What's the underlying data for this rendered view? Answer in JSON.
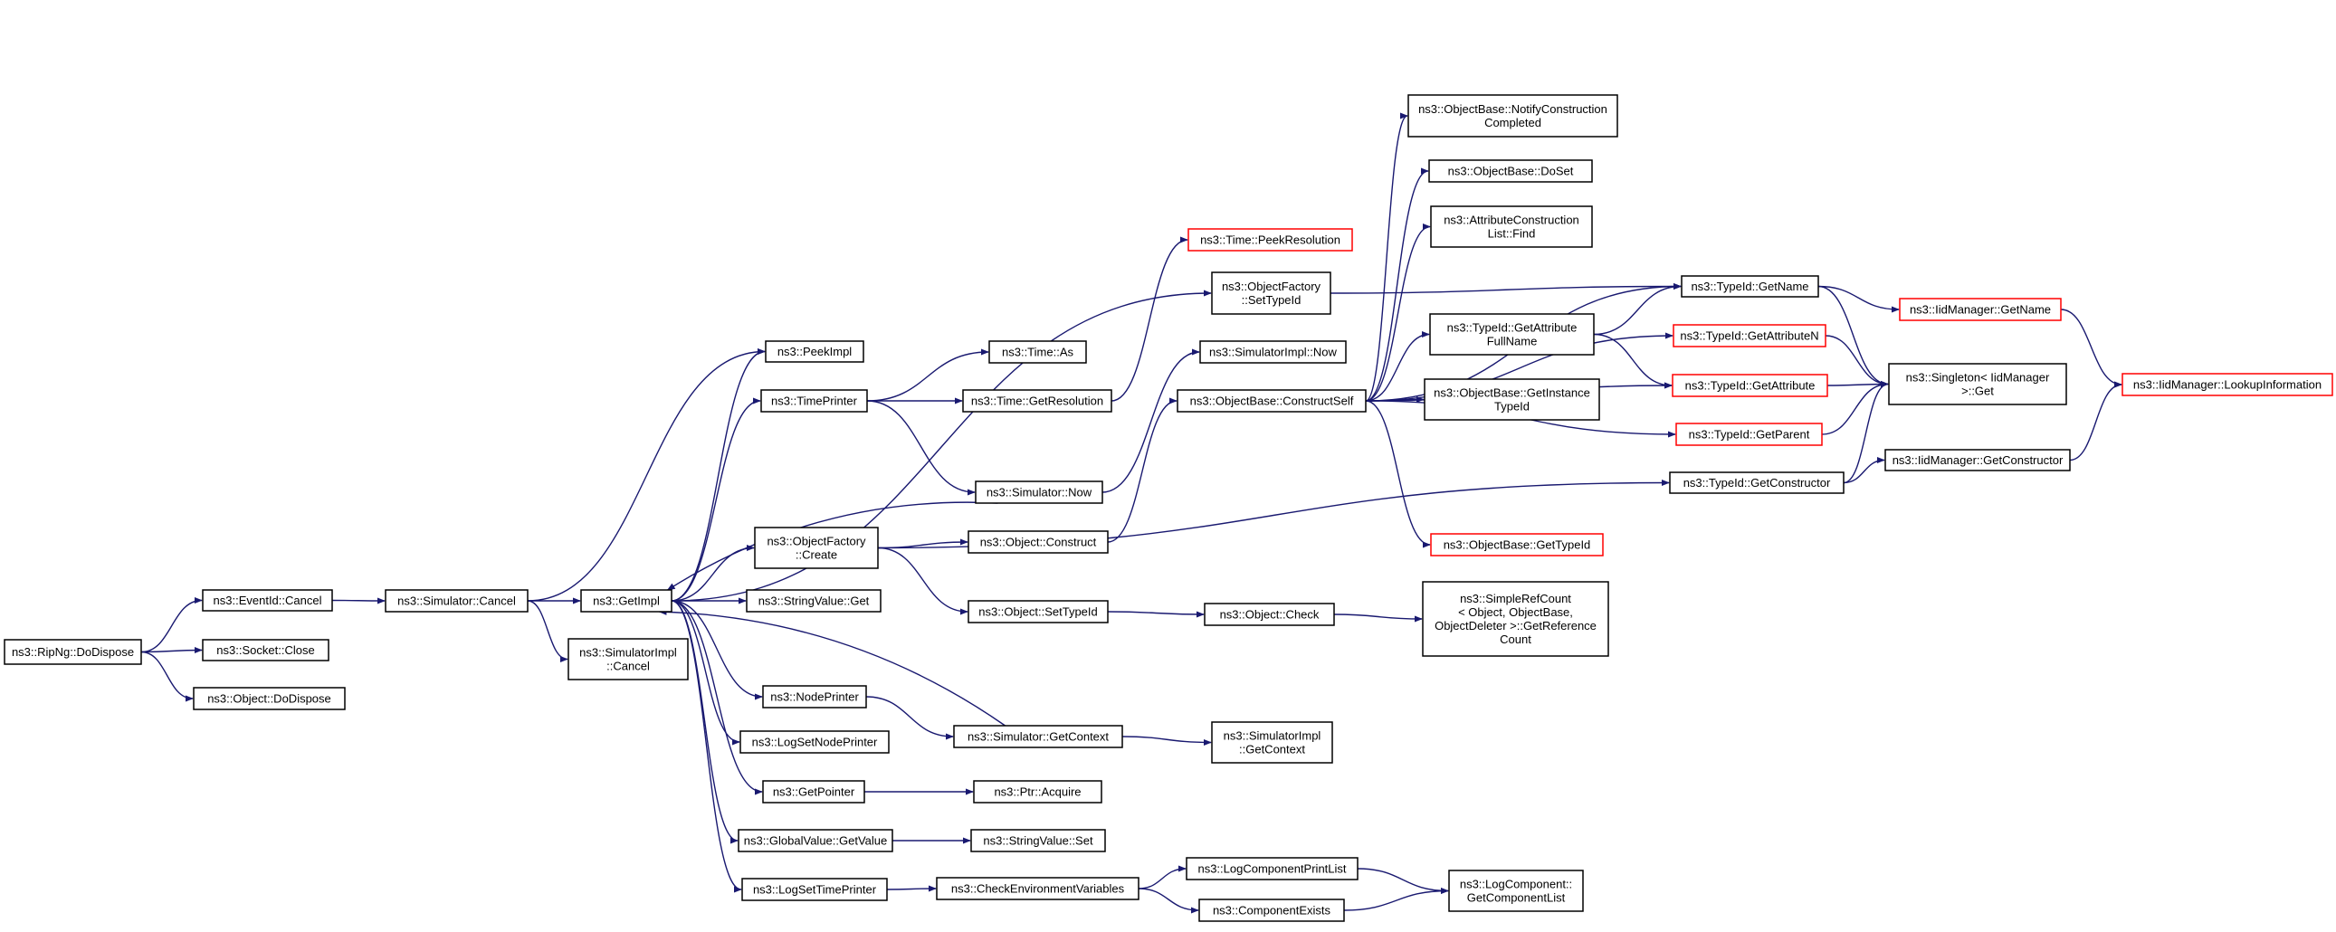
{
  "colors": {
    "edge": "#191970",
    "border": "#000000",
    "undocumented": "#ff0000",
    "root_fill": "#bfbfbf"
  },
  "nodes": {
    "dodispose": {
      "lines": [
        "ns3::RipNg::DoDispose"
      ],
      "kind": "root"
    },
    "eventid_cancel": {
      "lines": [
        "ns3::EventId::Cancel"
      ],
      "kind": "normal"
    },
    "socket_close": {
      "lines": [
        "ns3::Socket::Close"
      ],
      "kind": "normal"
    },
    "object_dodispose": {
      "lines": [
        "ns3::Object::DoDispose"
      ],
      "kind": "normal"
    },
    "sim_cancel": {
      "lines": [
        "ns3::Simulator::Cancel"
      ],
      "kind": "normal"
    },
    "getimpl": {
      "lines": [
        "ns3::GetImpl"
      ],
      "kind": "normal"
    },
    "simimpl_cancel": {
      "lines": [
        "ns3::SimulatorImpl",
        "::Cancel"
      ],
      "kind": "normal"
    },
    "peekimpl": {
      "lines": [
        "ns3::PeekImpl"
      ],
      "kind": "normal"
    },
    "timeprinter": {
      "lines": [
        "ns3::TimePrinter"
      ],
      "kind": "normal"
    },
    "of_create": {
      "lines": [
        "ns3::ObjectFactory",
        "::Create"
      ],
      "kind": "normal"
    },
    "stringvalue_get": {
      "lines": [
        "ns3::StringValue::Get"
      ],
      "kind": "normal"
    },
    "nodeprinter": {
      "lines": [
        "ns3::NodePrinter"
      ],
      "kind": "normal"
    },
    "logsetnodeprinter": {
      "lines": [
        "ns3::LogSetNodePrinter"
      ],
      "kind": "normal"
    },
    "getpointer": {
      "lines": [
        "ns3::GetPointer"
      ],
      "kind": "normal"
    },
    "gv_getvalue": {
      "lines": [
        "ns3::GlobalValue::GetValue"
      ],
      "kind": "normal"
    },
    "logsettimeprinter": {
      "lines": [
        "ns3::LogSetTimePrinter"
      ],
      "kind": "normal"
    },
    "time_as": {
      "lines": [
        "ns3::Time::As"
      ],
      "kind": "normal"
    },
    "time_getres": {
      "lines": [
        "ns3::Time::GetResolution"
      ],
      "kind": "normal"
    },
    "sim_now": {
      "lines": [
        "ns3::Simulator::Now"
      ],
      "kind": "normal"
    },
    "obj_construct": {
      "lines": [
        "ns3::Object::Construct"
      ],
      "kind": "normal"
    },
    "obj_settypeid": {
      "lines": [
        "ns3::Object::SetTypeId"
      ],
      "kind": "normal"
    },
    "sim_getcontext": {
      "lines": [
        "ns3::Simulator::GetContext"
      ],
      "kind": "normal"
    },
    "ptr_acquire": {
      "lines": [
        "ns3::Ptr::Acquire"
      ],
      "kind": "normal"
    },
    "stringvalue_set": {
      "lines": [
        "ns3::StringValue::Set"
      ],
      "kind": "normal"
    },
    "checkenv": {
      "lines": [
        "ns3::CheckEnvironmentVariables"
      ],
      "kind": "normal"
    },
    "time_peekres": {
      "lines": [
        "ns3::Time::PeekResolution"
      ],
      "kind": "undocumented"
    },
    "of_settypeid": {
      "lines": [
        "ns3::ObjectFactory",
        "::SetTypeId"
      ],
      "kind": "normal"
    },
    "simimpl_now": {
      "lines": [
        "ns3::SimulatorImpl::Now"
      ],
      "kind": "normal"
    },
    "ob_constructself": {
      "lines": [
        "ns3::ObjectBase::ConstructSelf"
      ],
      "kind": "normal"
    },
    "obj_check": {
      "lines": [
        "ns3::Object::Check"
      ],
      "kind": "normal"
    },
    "simimpl_getcontext": {
      "lines": [
        "ns3::SimulatorImpl",
        "::GetContext"
      ],
      "kind": "normal"
    },
    "logcompprintlist": {
      "lines": [
        "ns3::LogComponentPrintList"
      ],
      "kind": "normal"
    },
    "compexists": {
      "lines": [
        "ns3::ComponentExists"
      ],
      "kind": "normal"
    },
    "ob_notify": {
      "lines": [
        "ns3::ObjectBase::NotifyConstruction",
        "Completed"
      ],
      "kind": "normal"
    },
    "ob_doset": {
      "lines": [
        "ns3::ObjectBase::DoSet"
      ],
      "kind": "normal"
    },
    "acl_find": {
      "lines": [
        "ns3::AttributeConstruction",
        "List::Find"
      ],
      "kind": "normal"
    },
    "tid_getattrfullname": {
      "lines": [
        "ns3::TypeId::GetAttribute",
        "FullName"
      ],
      "kind": "normal"
    },
    "ob_getinstancetypeid": {
      "lines": [
        "ns3::ObjectBase::GetInstance",
        "TypeId"
      ],
      "kind": "normal"
    },
    "ob_gettypeid": {
      "lines": [
        "ns3::ObjectBase::GetTypeId"
      ],
      "kind": "undocumented"
    },
    "simplerefcount": {
      "lines": [
        "ns3::SimpleRefCount",
        "< Object, ObjectBase,",
        "ObjectDeleter >::GetReference",
        "Count"
      ],
      "kind": "normal"
    },
    "logcomp_getlist": {
      "lines": [
        "ns3::LogComponent::",
        "GetComponentList"
      ],
      "kind": "normal"
    },
    "tid_getname": {
      "lines": [
        "ns3::TypeId::GetName"
      ],
      "kind": "normal"
    },
    "tid_getattributen": {
      "lines": [
        "ns3::TypeId::GetAttributeN"
      ],
      "kind": "undocumented"
    },
    "tid_getattribute": {
      "lines": [
        "ns3::TypeId::GetAttribute"
      ],
      "kind": "undocumented"
    },
    "tid_getparent": {
      "lines": [
        "ns3::TypeId::GetParent"
      ],
      "kind": "undocumented"
    },
    "tid_getconstructor": {
      "lines": [
        "ns3::TypeId::GetConstructor"
      ],
      "kind": "normal"
    },
    "iid_getname": {
      "lines": [
        "ns3::IidManager::GetName"
      ],
      "kind": "undocumented"
    },
    "singleton_get": {
      "lines": [
        "ns3::Singleton< IidManager",
        ">::Get"
      ],
      "kind": "normal"
    },
    "iid_getconstructor": {
      "lines": [
        "ns3::IidManager::GetConstructor"
      ],
      "kind": "normal"
    },
    "iid_lookupinfo": {
      "lines": [
        "ns3::IidManager::LookupInformation"
      ],
      "kind": "undocumented"
    }
  },
  "edges": [
    [
      "dodispose",
      "eventid_cancel"
    ],
    [
      "dodispose",
      "socket_close"
    ],
    [
      "dodispose",
      "object_dodispose"
    ],
    [
      "eventid_cancel",
      "sim_cancel"
    ],
    [
      "sim_cancel",
      "getimpl"
    ],
    [
      "sim_cancel",
      "simimpl_cancel"
    ],
    [
      "sim_cancel",
      "peekimpl"
    ],
    [
      "getimpl",
      "peekimpl"
    ],
    [
      "getimpl",
      "timeprinter"
    ],
    [
      "getimpl",
      "of_create"
    ],
    [
      "getimpl",
      "stringvalue_get"
    ],
    [
      "getimpl",
      "nodeprinter"
    ],
    [
      "getimpl",
      "logsetnodeprinter"
    ],
    [
      "getimpl",
      "getpointer"
    ],
    [
      "getimpl",
      "gv_getvalue"
    ],
    [
      "getimpl",
      "logsettimeprinter"
    ],
    [
      "getimpl",
      "of_settypeid"
    ],
    [
      "timeprinter",
      "time_as"
    ],
    [
      "timeprinter",
      "time_getres"
    ],
    [
      "timeprinter",
      "sim_now"
    ],
    [
      "time_getres",
      "time_peekres"
    ],
    [
      "sim_now",
      "getimpl"
    ],
    [
      "sim_now",
      "simimpl_now"
    ],
    [
      "of_create",
      "obj_construct"
    ],
    [
      "of_create",
      "obj_settypeid"
    ],
    [
      "of_create",
      "tid_getconstructor"
    ],
    [
      "obj_construct",
      "ob_constructself"
    ],
    [
      "obj_settypeid",
      "obj_check"
    ],
    [
      "obj_check",
      "simplerefcount"
    ],
    [
      "nodeprinter",
      "sim_getcontext"
    ],
    [
      "sim_getcontext",
      "getimpl"
    ],
    [
      "sim_getcontext",
      "simimpl_getcontext"
    ],
    [
      "getpointer",
      "ptr_acquire"
    ],
    [
      "gv_getvalue",
      "stringvalue_set"
    ],
    [
      "logsettimeprinter",
      "checkenv"
    ],
    [
      "checkenv",
      "logcompprintlist"
    ],
    [
      "checkenv",
      "compexists"
    ],
    [
      "logcompprintlist",
      "logcomp_getlist"
    ],
    [
      "compexists",
      "logcomp_getlist"
    ],
    [
      "of_settypeid",
      "tid_getname"
    ],
    [
      "ob_constructself",
      "ob_notify"
    ],
    [
      "ob_constructself",
      "ob_doset"
    ],
    [
      "ob_constructself",
      "acl_find"
    ],
    [
      "ob_constructself",
      "tid_getattrfullname"
    ],
    [
      "ob_constructself",
      "ob_getinstancetypeid"
    ],
    [
      "ob_constructself",
      "ob_gettypeid"
    ],
    [
      "ob_constructself",
      "tid_getname"
    ],
    [
      "ob_constructself",
      "tid_getattributen"
    ],
    [
      "ob_constructself",
      "tid_getattribute"
    ],
    [
      "ob_constructself",
      "tid_getparent"
    ],
    [
      "tid_getattrfullname",
      "tid_getname"
    ],
    [
      "tid_getattrfullname",
      "tid_getattribute"
    ],
    [
      "tid_getname",
      "iid_getname"
    ],
    [
      "tid_getname",
      "singleton_get"
    ],
    [
      "tid_getattributen",
      "singleton_get"
    ],
    [
      "tid_getattribute",
      "singleton_get"
    ],
    [
      "tid_getparent",
      "singleton_get"
    ],
    [
      "tid_getconstructor",
      "singleton_get"
    ],
    [
      "tid_getconstructor",
      "iid_getconstructor"
    ],
    [
      "iid_getname",
      "iid_lookupinfo"
    ],
    [
      "iid_getconstructor",
      "iid_lookupinfo"
    ]
  ]
}
